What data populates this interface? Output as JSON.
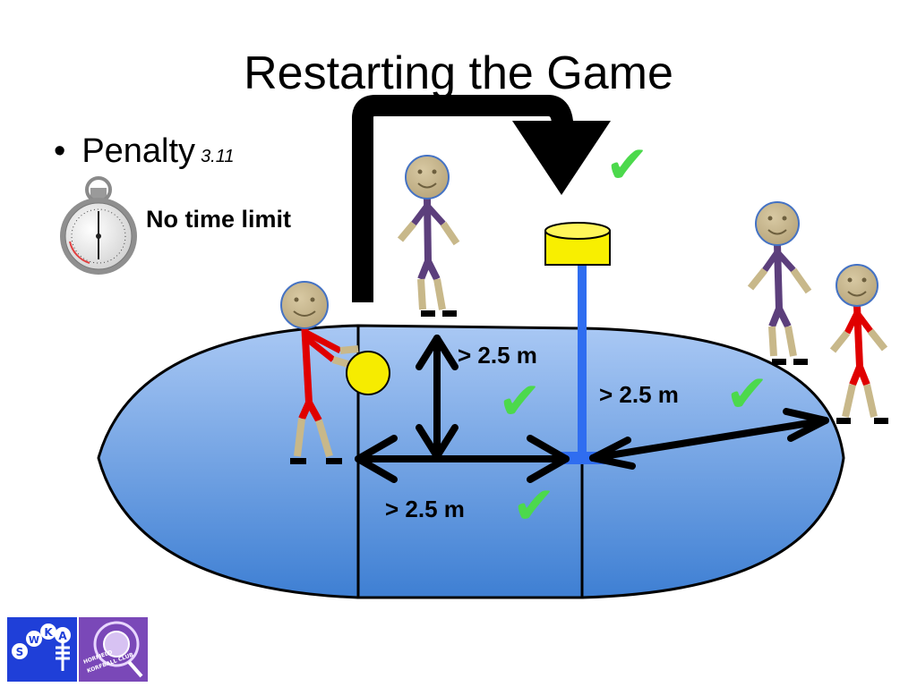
{
  "slide": {
    "title": "Restarting the Game",
    "bullet": {
      "text": "Penalty",
      "ref": "3.11"
    },
    "time_note": "No time limit",
    "distances": [
      "> 2.5 m",
      "> 2.5 m",
      "> 2.5 m"
    ],
    "checkmark": "✔"
  },
  "colors": {
    "field_top": "#a9c8f4",
    "field_bottom": "#3e7fd3",
    "attacker": "#e00000",
    "defender": "#5c3f7c",
    "post": "#2f6df0",
    "basket": "#f8ef00",
    "ball": "#f6ec00",
    "check": "#4cd94c",
    "skwa_logo": "#1f3fd8",
    "club_logo": "#7a48b8"
  },
  "logos": {
    "skwa_letters": [
      "S",
      "W",
      "K",
      "A"
    ],
    "club_text": "HORFIELD KORFBALL CLUB"
  }
}
